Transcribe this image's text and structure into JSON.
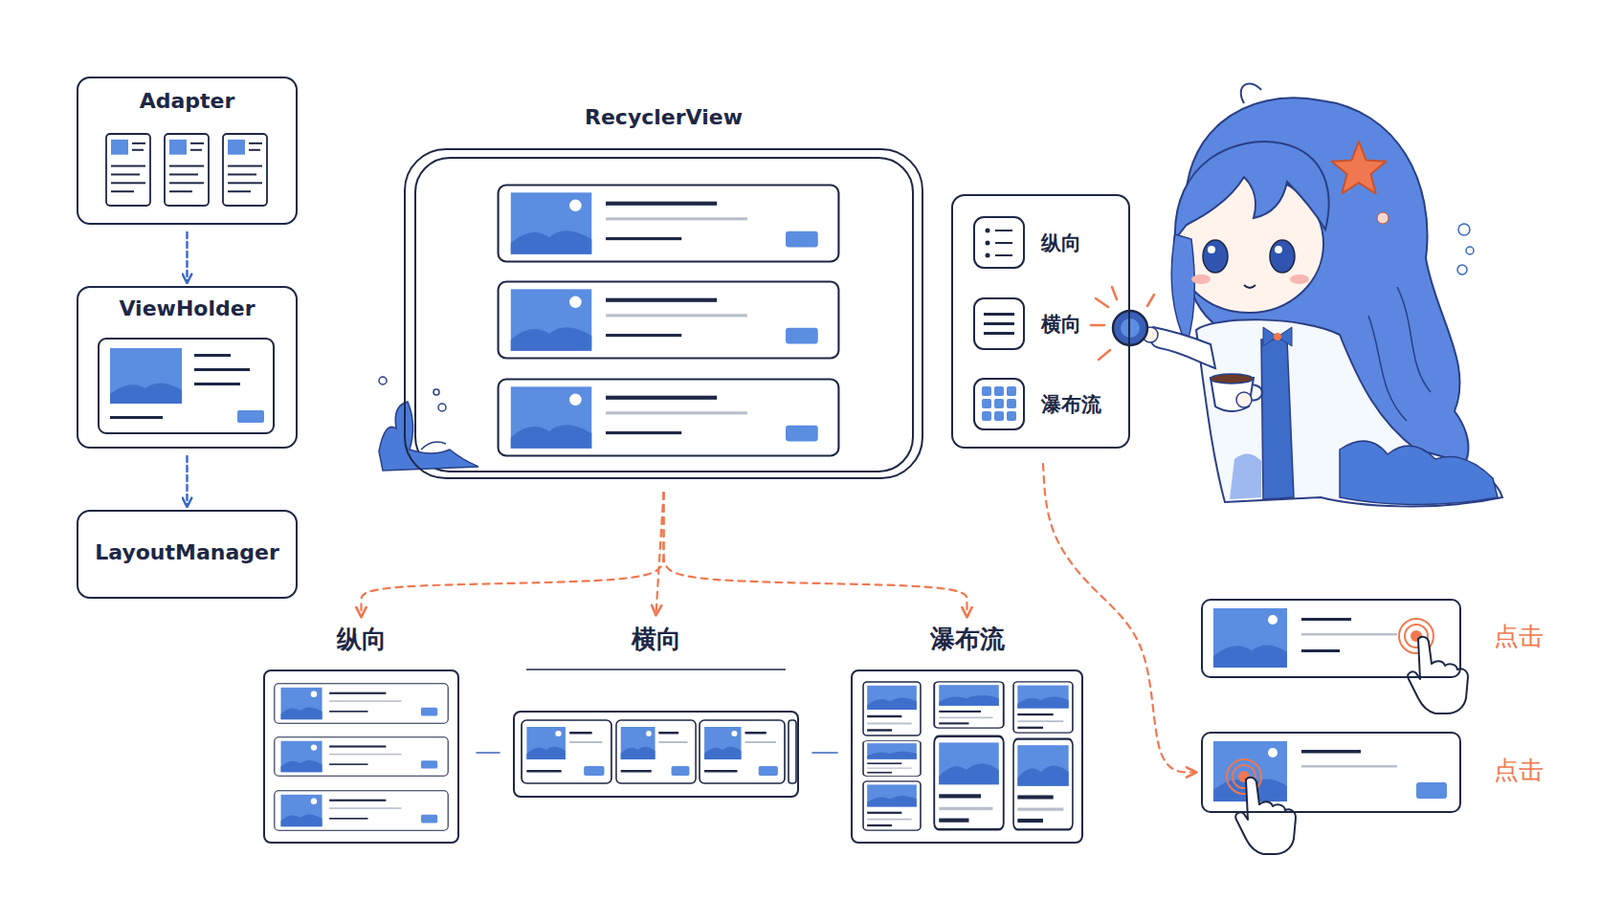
{
  "diagram": {
    "nodes": [
      {
        "text": [
          "Adapter"
        ]
      },
      {
        "text": [
          "RecyclerView"
        ]
      },
      {
        "text": [
          "纵向",
          "横向",
          "瀑布流"
        ]
      },
      {
        "text": [
          "ViewHolder"
        ]
      },
      {
        "text": [
          "LayoutManager"
        ]
      },
      {
        "text": [
          "纵向"
        ]
      },
      {
        "text": [
          "横向"
        ]
      },
      {
        "text": [
          "瀑布流"
        ]
      },
      {
        "text": [
          "点击"
        ]
      },
      {
        "text": [
          "点击"
        ]
      }
    ],
    "edges": [
      {
        "from": 0,
        "to": 3,
        "arrow": "to"
      },
      {
        "from": 3,
        "to": 4,
        "arrow": "to"
      },
      {
        "from": 1,
        "to": 5,
        "arrow": "to"
      },
      {
        "from": 1,
        "to": 6,
        "arrow": "to"
      },
      {
        "from": 1,
        "to": 7,
        "arrow": "to"
      },
      {
        "from": 5,
        "to": 6,
        "arrow": "none"
      },
      {
        "from": 6,
        "to": 7,
        "arrow": "none"
      },
      {
        "from": 2,
        "to": 9,
        "arrow": "to"
      }
    ]
  }
}
